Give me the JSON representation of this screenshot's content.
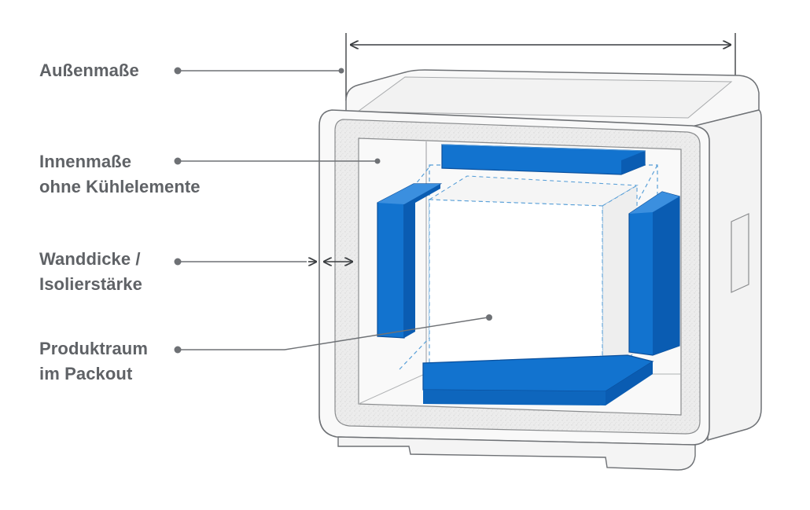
{
  "labels": {
    "outer_dimensions": "Außenmaße",
    "inner_dimensions": [
      "Innenmaße",
      "ohne Kühlelemente"
    ],
    "wall_thickness": [
      "Wanddicke /",
      "Isolierstärke"
    ],
    "product_space": [
      "Produktraum",
      "im Packout"
    ]
  },
  "colors": {
    "label_text": "#5f6266",
    "leader_line": "#6e7175",
    "cooling_element": "#1273cf",
    "cooling_element_dark": "#0a4f9c",
    "foam": "#ebebeb",
    "outer_shell": "#f7f7f7",
    "product_space_dashed": "#5aa0d8"
  },
  "icons": [
    "dimension-arrow-icon",
    "leader-dot-icon"
  ]
}
